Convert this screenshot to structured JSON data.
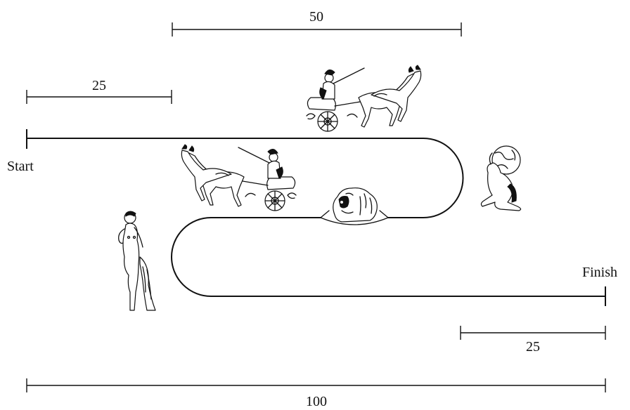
{
  "labels": {
    "start": "Start",
    "finish": "Finish"
  },
  "dimensions": {
    "top_span": "50",
    "left_span": "25",
    "bottom_right_span": "25",
    "total_span": "100"
  },
  "illustrations": [
    "chariot-right-icon",
    "chariot-left-icon",
    "lion-head-icon",
    "atlas-statue-icon",
    "venus-statue-icon"
  ]
}
